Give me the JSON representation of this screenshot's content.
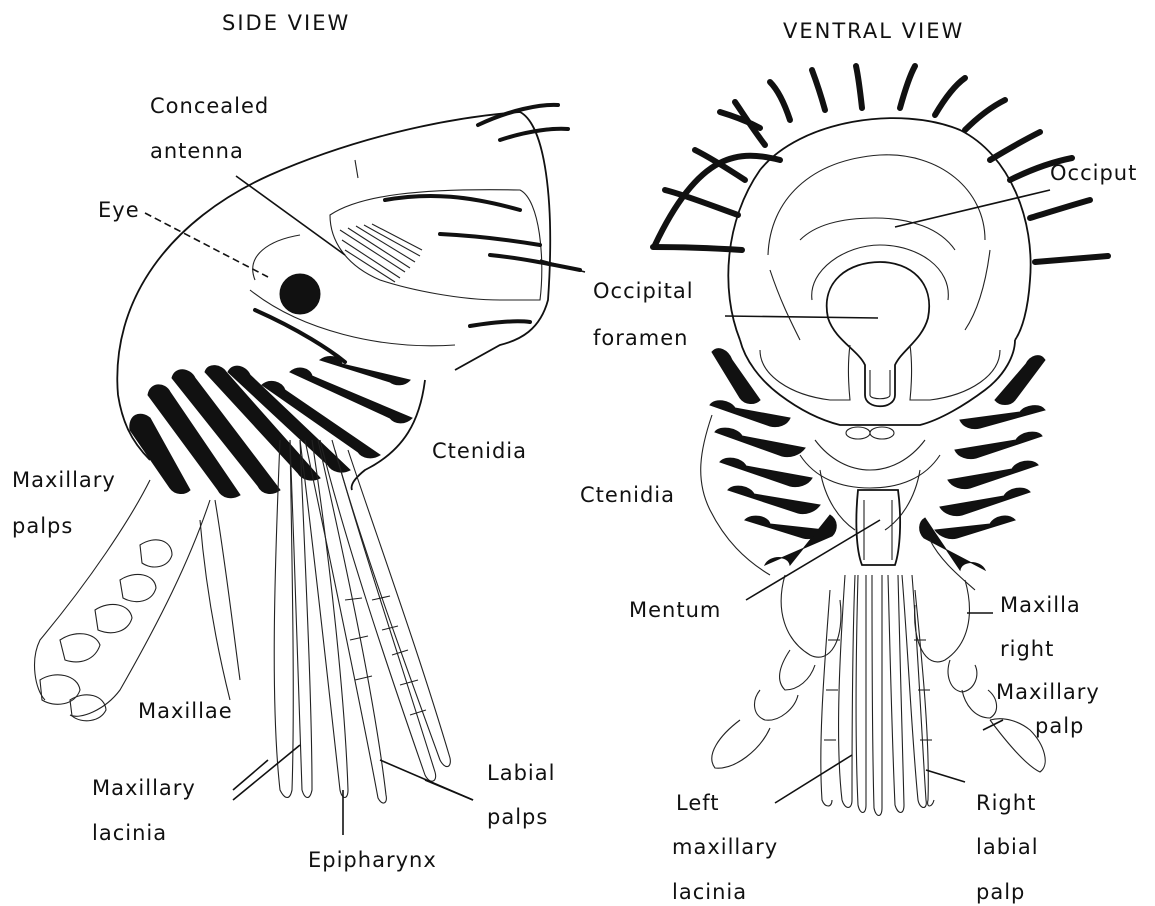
{
  "titles": {
    "side": "SIDE VIEW",
    "ventral": "VENTRAL VIEW"
  },
  "side_labels": {
    "concealed_antenna_1": "Concealed",
    "concealed_antenna_2": "antenna",
    "eye": "Eye",
    "occipital_1": "Occipital",
    "occipital_2": "foramen",
    "ctenidia": "Ctenidia",
    "maxillary_palps_1": "Maxillary",
    "maxillary_palps_2": "palps",
    "maxillae": "Maxillae",
    "maxillary_lacinia_1": "Maxillary",
    "maxillary_lacinia_2": "lacinia",
    "labial_palps_1": "Labial",
    "labial_palps_2": "palps",
    "epipharynx": "Epipharynx"
  },
  "ventral_labels": {
    "occiput": "Occiput",
    "ctenidia": "Ctenidia",
    "mentum": "Mentum",
    "maxilla_1": "Maxilla",
    "maxilla_2": "right",
    "maxillary_palp_1": "Maxillary",
    "maxillary_palp_2": "palp",
    "left_lacinia_1": "Left",
    "left_lacinia_2": "maxillary",
    "left_lacinia_3": "lacinia",
    "right_labial_1": "Right",
    "right_labial_2": "labial",
    "right_labial_3": "palp"
  }
}
